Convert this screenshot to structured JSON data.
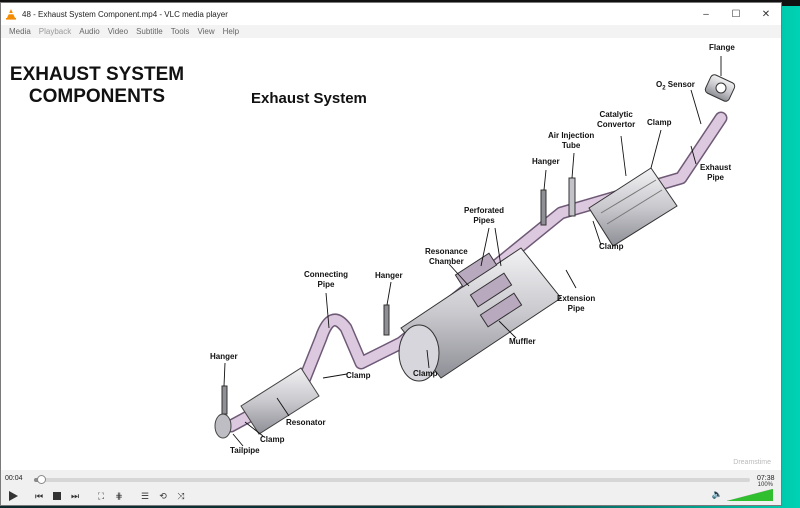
{
  "window": {
    "title": "48 - Exhaust System Component.mp4 - VLC media player",
    "minimize": "–",
    "maximize": "☐",
    "close": "✕"
  },
  "menu": [
    "Media",
    "Playback",
    "Audio",
    "Video",
    "Subtitle",
    "Tools",
    "View",
    "Help"
  ],
  "video": {
    "main_title_1": "EXHAUST SYSTEM",
    "main_title_2": "COMPONENTS",
    "sub_title": "Exhaust System",
    "labels": {
      "flange": "Flange",
      "o2_sensor_pre": "O",
      "o2_sensor_sub": "2",
      "o2_sensor_post": " Sensor",
      "catalytic_1": "Catalytic",
      "catalytic_2": "Convertor",
      "clamp_top": "Clamp",
      "air_inj_1": "Air Injection",
      "air_inj_2": "Tube",
      "exhaust_pipe_1": "Exhaust",
      "exhaust_pipe_2": "Pipe",
      "hanger_top": "Hanger",
      "perforated_1": "Perforated",
      "perforated_2": "Pipes",
      "clamp_mid": "Clamp",
      "resonance_1": "Resonance",
      "resonance_2": "Chamber",
      "extension_1": "Extension",
      "extension_2": "Pipe",
      "hanger_mid": "Hanger",
      "connecting_1": "Connecting",
      "connecting_2": "Pipe",
      "muffler": "Muffler",
      "clamp_low": "Clamp",
      "clamp_front": "Clamp",
      "hanger_low": "Hanger",
      "resonator": "Resonator",
      "clamp_bottom": "Clamp",
      "tailpipe": "Tailpipe"
    },
    "watermark": "Dreamstime"
  },
  "playback": {
    "current_time": "00:04",
    "total_time": "07:38",
    "progress": 0.01,
    "volume_label": "100%",
    "volume": 1.0
  },
  "colors": {
    "pipe": "#d9c6dc",
    "metal": "#c7c7cc",
    "volume_green": "#2fbf2f"
  }
}
